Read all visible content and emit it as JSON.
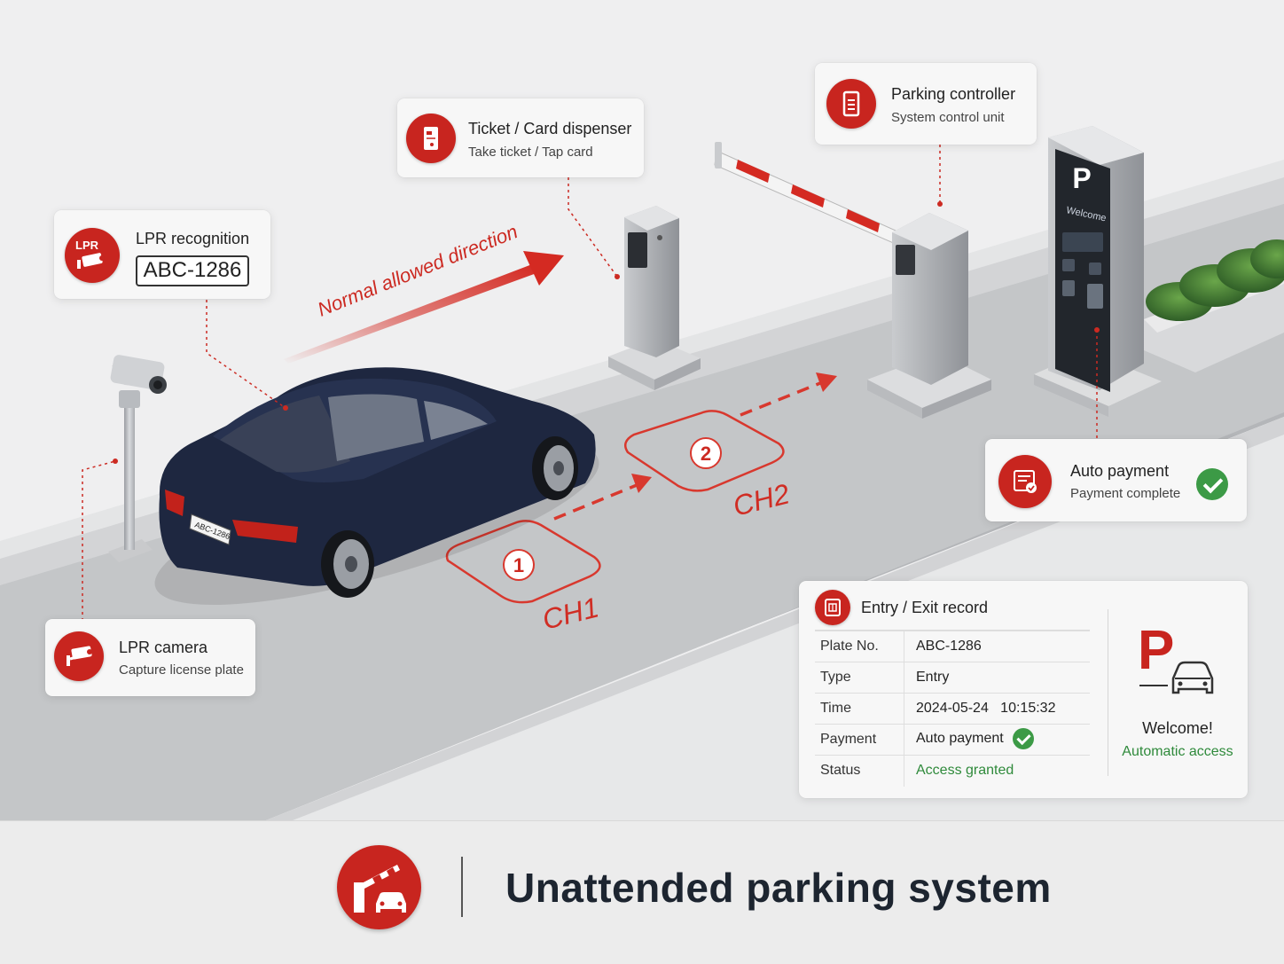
{
  "scene": {
    "direction_label": "Normal allowed direction",
    "loop1_number": "1",
    "loop1_label": "CH1",
    "loop2_number": "2",
    "loop2_label": "CH2",
    "car_plate": "ABC-1286",
    "kiosk_letter": "P",
    "kiosk_screen": "Welcome"
  },
  "cards": {
    "lpr_recognition": {
      "badge_text": "LPR",
      "title": "LPR recognition",
      "plate": "ABC-1286",
      "icon": "camera-icon"
    },
    "ticket_dispenser": {
      "title": "Ticket / Card dispenser",
      "subtitle": "Take ticket / Tap card",
      "icon": "ticket-icon"
    },
    "parking_controller": {
      "title": "Parking controller",
      "subtitle": "System control unit",
      "icon": "controller-icon"
    },
    "lpr_camera": {
      "title": "LPR camera",
      "subtitle": "Capture license plate",
      "icon": "camera-icon"
    },
    "auto_payment": {
      "title": "Auto payment",
      "subtitle": "Payment complete",
      "icon": "receipt-icon",
      "status_icon": "check-icon"
    }
  },
  "record": {
    "title": "Entry / Exit record",
    "rows": [
      {
        "key": "Plate No.",
        "value": "ABC-1286"
      },
      {
        "key": "Type",
        "value": "Entry"
      },
      {
        "key": "Time",
        "value": "2024-05-24   10:15:32"
      },
      {
        "key": "Payment",
        "value": "Auto payment"
      },
      {
        "key": "Status",
        "value": "Access granted"
      }
    ],
    "side_letter": "P",
    "welcome": "Welcome!",
    "access": "Automatic access"
  },
  "footer": {
    "title": "Unattended parking system",
    "icon": "barrier-car-icon"
  },
  "colors": {
    "accent": "#c8251f",
    "green": "#3c9a46",
    "dark_text": "#1d2530",
    "car": "#1e2740"
  }
}
